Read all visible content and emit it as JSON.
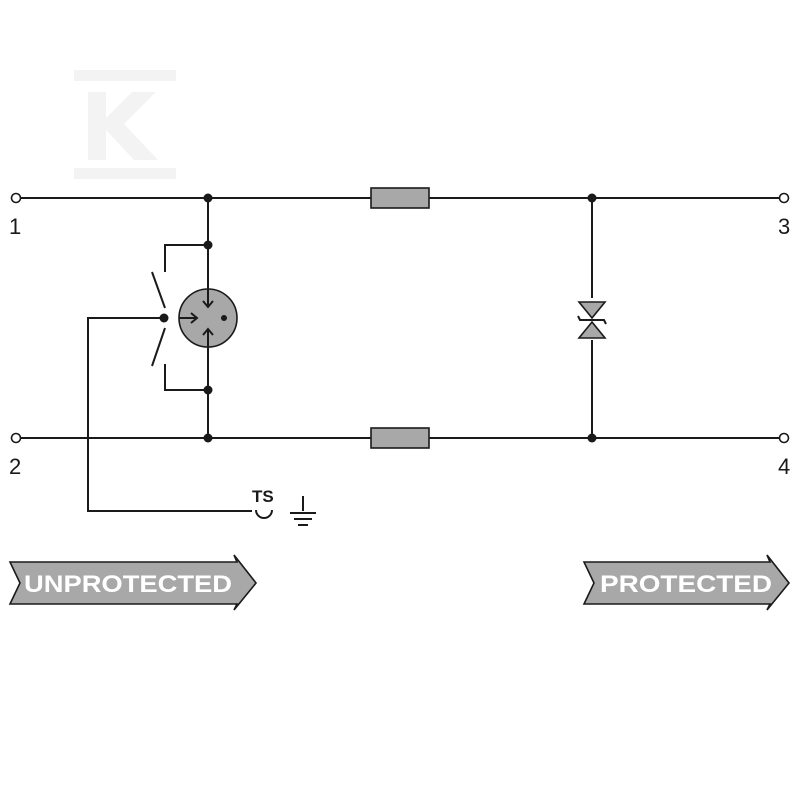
{
  "terminals": {
    "t1": "1",
    "t2": "2",
    "t3": "3",
    "t4": "4"
  },
  "ts_label": "TS",
  "unprotected_label": "UNPROTECTED",
  "protected_label": "PROTECTED",
  "logo_text": "K",
  "colors": {
    "line": "#1a1a1a",
    "component": "#a8a8a8",
    "arrow_fill": "#a8a8a8",
    "logo": "#f4f4f4"
  }
}
